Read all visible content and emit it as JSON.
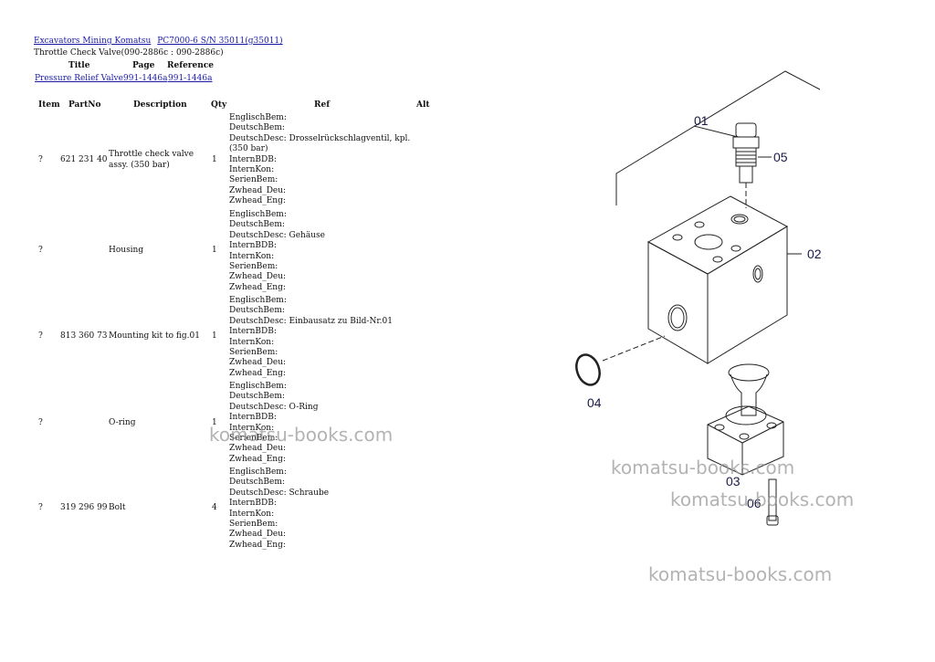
{
  "breadcrumb": {
    "link1": "Excavators Mining Komatsu",
    "link2": "PC7000-6 S/N 35011(g35011)"
  },
  "subtitle": "Throttle Check Valve(090-2886c : 090-2886c)",
  "ref_table": {
    "headers": {
      "title": "Title",
      "page": "Page",
      "reference": "Reference"
    },
    "row": {
      "title": "Pressure Relief Valve",
      "page": "991-1446a",
      "reference": "991-1446a"
    }
  },
  "parts_table": {
    "headers": {
      "item": "Item",
      "partno": "PartNo",
      "description": "Description",
      "qty": "Qty",
      "ref": "Ref",
      "alt": "Alt"
    },
    "rows": [
      {
        "item": "?",
        "partno": "621 231 40",
        "desc1": "Throttle check valve",
        "desc2": "assy. (350 bar)",
        "qty": "1",
        "ref": [
          "EnglischBem:",
          "DeutschBem:",
          "DeutschDesc: Drosselrückschlagventil, kpl.",
          "(350 bar)",
          "InternBDB:",
          "InternKon:",
          "SerienBem:",
          "Zwhead_Deu:",
          "Zwhead_Eng:"
        ]
      },
      {
        "item": "?",
        "partno": "",
        "desc1": "Housing",
        "desc2": "",
        "qty": "1",
        "ref": [
          "EnglischBem:",
          "DeutschBem:",
          "DeutschDesc: Gehäuse",
          "InternBDB:",
          "InternKon:",
          "SerienBem:",
          "Zwhead_Deu:",
          "Zwhead_Eng:"
        ]
      },
      {
        "item": "?",
        "partno": "813 360 73",
        "desc1": "Mounting kit to fig.01",
        "desc2": "",
        "qty": "1",
        "ref": [
          "EnglischBem:",
          "DeutschBem:",
          "DeutschDesc: Einbausatz zu Bild-Nr.01",
          "InternBDB:",
          "InternKon:",
          "SerienBem:",
          "Zwhead_Deu:",
          "Zwhead_Eng:"
        ]
      },
      {
        "item": "?",
        "partno": "",
        "desc1": "O-ring",
        "desc2": "",
        "qty": "1",
        "ref": [
          "EnglischBem:",
          "DeutschBem:",
          "DeutschDesc: O-Ring",
          "InternBDB:",
          "InternKon:",
          "SerienBem:",
          "Zwhead_Deu:",
          "Zwhead_Eng:"
        ]
      },
      {
        "item": "?",
        "partno": "319 296 99",
        "desc1": "Bolt",
        "desc2": "",
        "qty": "4",
        "ref": [
          "EnglischBem:",
          "DeutschBem:",
          "DeutschDesc: Schraube",
          "InternBDB:",
          "InternKon:",
          "SerienBem:",
          "Zwhead_Deu:",
          "Zwhead_Eng:"
        ]
      }
    ]
  },
  "diagram": {
    "callouts": [
      "01",
      "05",
      "02",
      "04",
      "03",
      "06"
    ]
  },
  "watermark": "komatsu-books.com"
}
